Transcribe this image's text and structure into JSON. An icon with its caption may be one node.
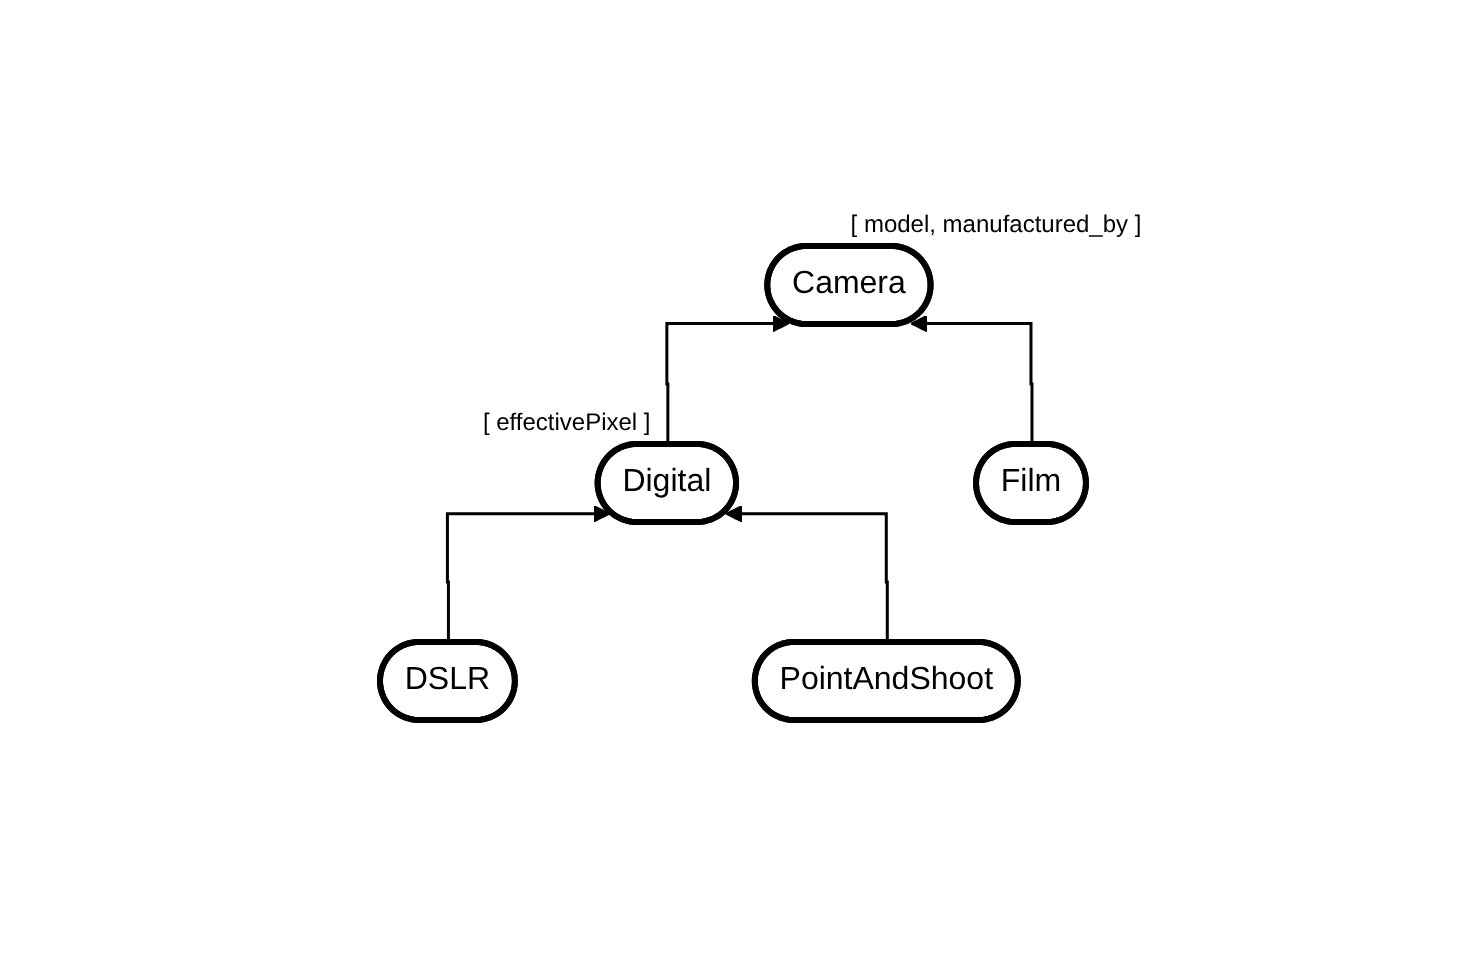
{
  "diagram": {
    "nodes": [
      {
        "text": [
          "Camera"
        ],
        "beside": [
          "[ model, manufactured_by ]"
        ]
      },
      {
        "text": [
          "Digital"
        ],
        "beside": [
          "[ effectivePixel ]"
        ]
      },
      {
        "text": [
          "Film"
        ]
      },
      {
        "text": [
          "DSLR"
        ]
      },
      {
        "text": [
          "PointAndShoot"
        ]
      }
    ],
    "edges": [
      {
        "from": 1,
        "to": 0,
        "arrow": "to"
      },
      {
        "from": 2,
        "to": 0,
        "arrow": "to"
      },
      {
        "from": 3,
        "to": 1,
        "arrow": "to"
      },
      {
        "from": 4,
        "to": 1,
        "arrow": "to"
      }
    ]
  }
}
